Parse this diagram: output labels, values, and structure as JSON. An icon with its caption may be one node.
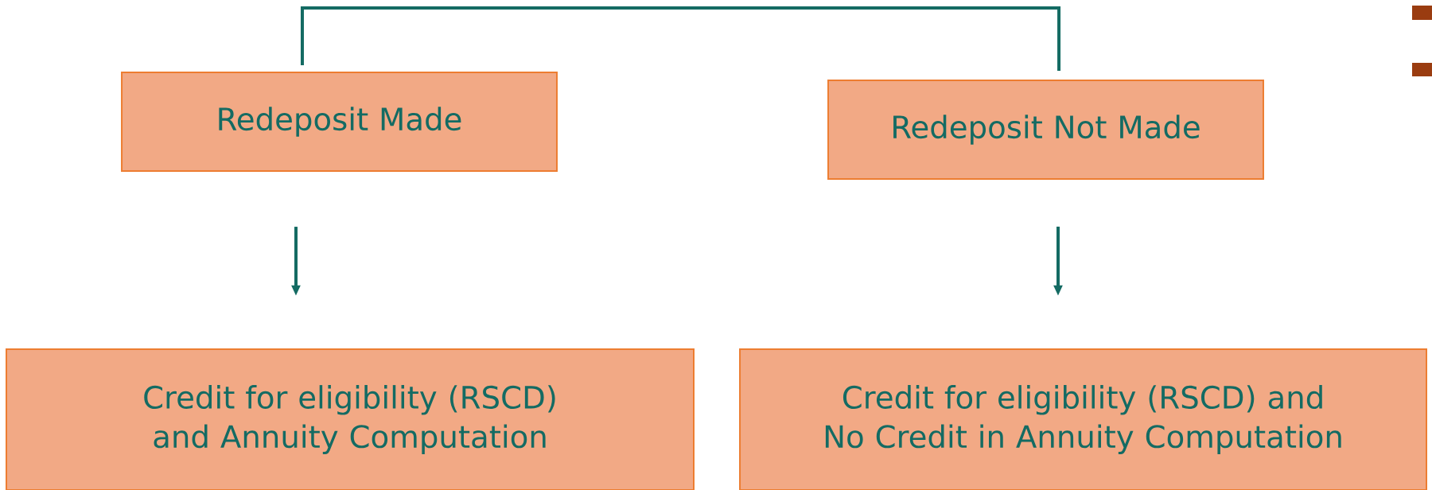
{
  "diagram": {
    "nodes": [
      {
        "text": [
          "Redeposit Made"
        ]
      },
      {
        "text": [
          "Redeposit Not Made"
        ]
      },
      {
        "text": [
          "Credit for eligibility (RSCD) and Annuity Computation"
        ]
      },
      {
        "text": [
          "Credit for eligibility (RSCD) and No Credit in Annuity Computation"
        ]
      }
    ],
    "edges": [
      {
        "from": 0,
        "to": 1,
        "arrow": "none"
      },
      {
        "from": 0,
        "to": 2,
        "arrow": "to"
      },
      {
        "from": 1,
        "to": 3,
        "arrow": "to"
      }
    ]
  }
}
